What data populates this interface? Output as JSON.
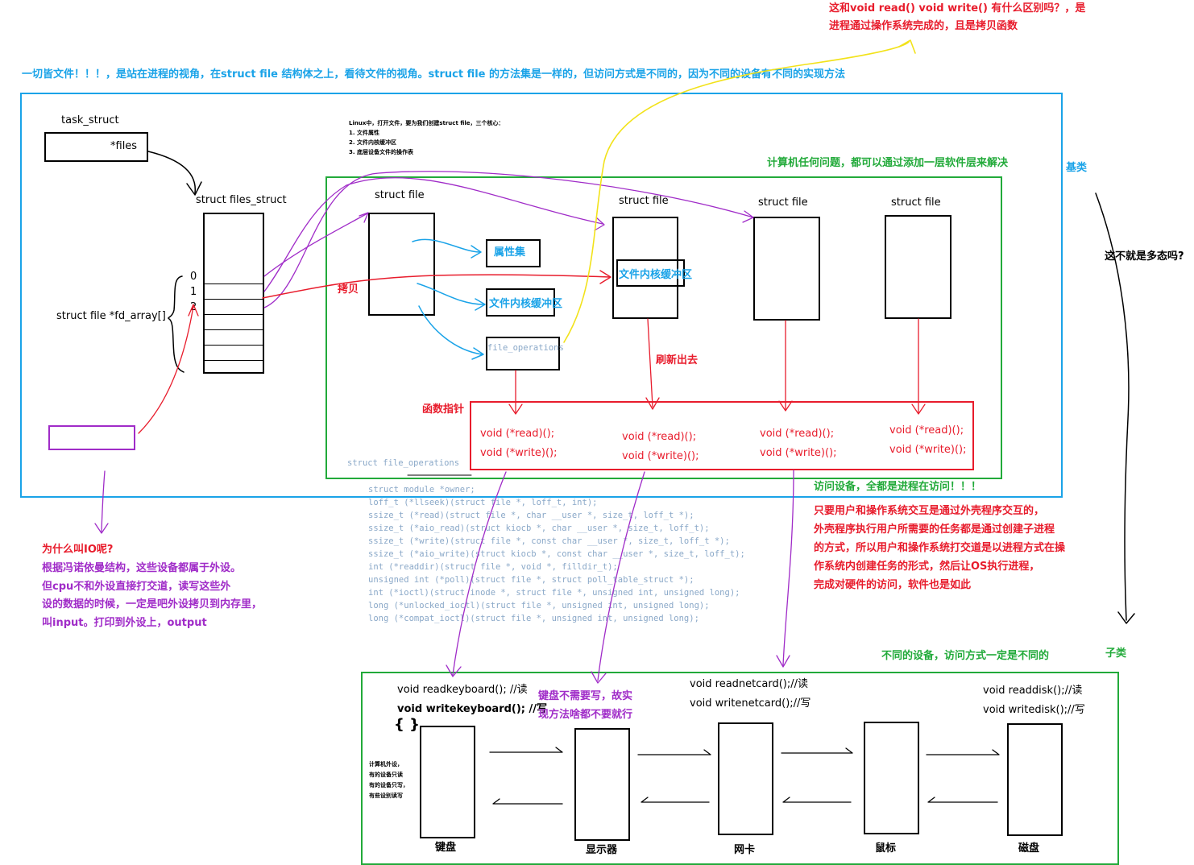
{
  "header": {
    "everything_is_file": "一切皆文件！！！，是站在进程的视角，在struct file 结构体之上，看待文件的视角。struct file 的方法集是一样的，但访问方式是不同的，因为不同的设备有不同的实现方法",
    "question_line1": "这和void read() void write() 有什么区别吗？，是",
    "question_line2": "进程通过操作系统完成的，且是拷贝函数"
  },
  "task": {
    "task_struct": "task_struct",
    "files_field": "*files",
    "files_struct": "struct files_struct",
    "fd_array": "struct file *fd_array[]",
    "idx0": "0",
    "idx1": "1",
    "idx2": "2"
  },
  "notes": {
    "linux_title": "Linux中，打开文件，要为我们创建struct file，三个核心：",
    "linux_1": "1. 文件属性",
    "linux_2": "2. 文件内核缓冲区",
    "linux_3": "3. 底层设备文件的操作表",
    "software_layer": "计算机任何问题，都可以通过添加一层软件层来解决",
    "base_class": "基类",
    "polymorphism": "这不就是多态吗?",
    "sub_class": "子类",
    "copy": "拷贝",
    "flush": "刷新出去",
    "func_ptr": "函数指针",
    "process_access": "访问设备，全都是进程在访问！！！",
    "shell_1": "只要用户和操作系统交互是通过外壳程序交互的，",
    "shell_2": "外壳程序执行用户所需要的任务都是通过创建子进程",
    "shell_3": "的方式，所以用户和操作系统打交道是以进程方式在操",
    "shell_4": "作系统内创建任务的形式，然后让OS执行进程，",
    "shell_5": "完成对硬件的访问，软件也是如此",
    "io_title": "为什么叫IO呢?",
    "io_1": "根据冯诺依曼结构，这些设备都属于外设。",
    "io_2": "但cpu不和外设直接打交道，读写这些外",
    "io_3": "设的数据的时候，一定是吧外设拷贝到内存里，",
    "io_4": "叫input。打印到外设上，output",
    "different_access": "不同的设备，访问方式一定是不同的",
    "keyboard_note_1": "键盘不需要写，故实",
    "keyboard_note_2": "现方法啥都不要就行",
    "periph_1": "计算机外设，",
    "periph_2": "有的设备只读",
    "periph_3": "有的设备只写，",
    "periph_4": "有些设别读写"
  },
  "struct_files": {
    "label": "struct file",
    "attrs": "属性集",
    "kernel_buffer": "文件内核缓冲区",
    "file_operations": "file_operations",
    "struct_file_operations": "struct file_operations",
    "read_ptr": "void (*read)();",
    "write_ptr": "void (*write)();"
  },
  "code_lines": [
    "struct module *owner;",
    "loff_t (*llseek)(struct file *, loff_t, int);",
    "ssize_t (*read)(struct file *, char __user *, size_t, loff_t *);",
    "ssize_t (*aio_read)(struct kiocb *, char __user *, size_t, loff_t);",
    "ssize_t (*write)(struct file *, const char __user *, size_t, loff_t *);",
    "ssize_t (*aio_write)(struct kiocb *, const char __user *, size_t, loff_t);",
    "int (*readdir)(struct file *, void *, filldir_t);",
    "unsigned int (*poll)(struct file *, struct poll_table_struct *);",
    "int (*ioctl)(struct inode *, struct file *, unsigned int, unsigned long);",
    "long (*unlocked_ioctl)(struct file *, unsigned int, unsigned long);",
    "long (*compat_ioctl)(struct file *, unsigned int, unsigned long);"
  ],
  "devices": {
    "keyboard": "键盘",
    "monitor": "显示器",
    "nic": "网卡",
    "mouse": "鼠标",
    "disk": "磁盘",
    "kb_read": "void readkeyboard(); //读",
    "kb_write": "void writekeyboard(); //写",
    "kb_braces": "{ }",
    "nic_read": "void readnetcard();//读",
    "nic_write": "void writenetcard();//写",
    "disk_read": "void readdisk();//读",
    "disk_write": "void writedisk();//写"
  }
}
